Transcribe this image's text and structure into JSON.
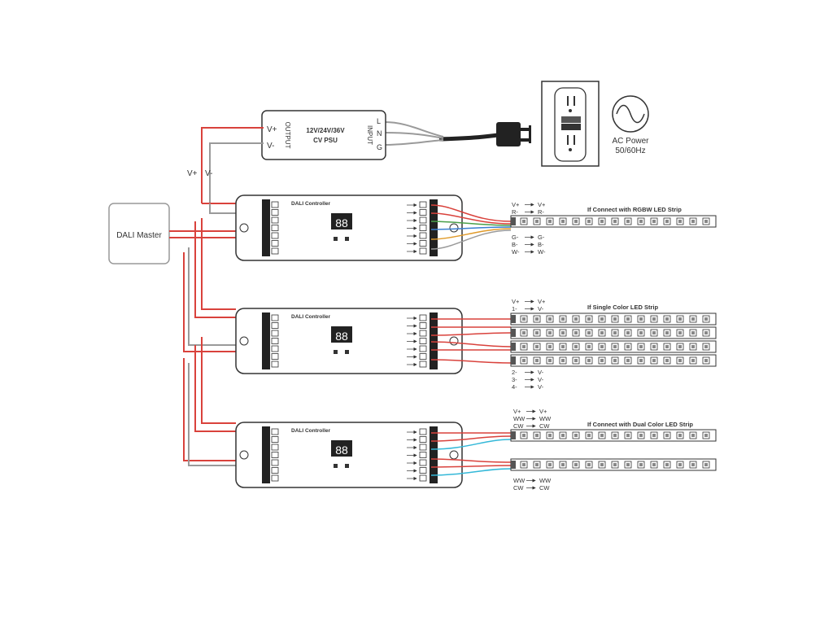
{
  "psu": {
    "title": "12V/24V/36V",
    "subtitle": "CV PSU",
    "output_label": "OUTPUT",
    "input_label": "INPUT",
    "out_plus": "V+",
    "out_minus": "V-",
    "in_l": "L",
    "in_n": "N",
    "in_g": "G"
  },
  "bus_labels": {
    "v_plus": "V+",
    "v_minus": "V-"
  },
  "dali_master": {
    "label": "DALI Master"
  },
  "ac_power": {
    "line1": "AC Power",
    "line2": "50/60Hz"
  },
  "controllers": [
    {
      "title": "DALI Controller",
      "display": "88"
    },
    {
      "title": "DALI Controller",
      "display": "88"
    },
    {
      "title": "DALI Controller",
      "display": "88"
    }
  ],
  "rgbw": {
    "title": "If Connect with RGBW LED Strip",
    "top": [
      {
        "from": "V+",
        "to": "V+"
      },
      {
        "from": "R-",
        "to": "R-"
      }
    ],
    "bottom": [
      {
        "from": "G-",
        "to": "G-"
      },
      {
        "from": "B-",
        "to": "B-"
      },
      {
        "from": "W-",
        "to": "W-"
      }
    ]
  },
  "single": {
    "title": "If Single Color LED Strip",
    "top": [
      {
        "from": "V+",
        "to": "V+"
      },
      {
        "from": "1-",
        "to": "V-"
      }
    ],
    "bottom": [
      {
        "from": "2-",
        "to": "V-"
      },
      {
        "from": "3-",
        "to": "V-"
      },
      {
        "from": "4-",
        "to": "V-"
      }
    ]
  },
  "dual": {
    "title": "If Connect with Dual Color LED Strip",
    "top": [
      {
        "from": "V+",
        "to": "V+"
      },
      {
        "from": "WW",
        "to": "WW"
      },
      {
        "from": "CW",
        "to": "CW"
      }
    ],
    "bottom": [
      {
        "from": "WW",
        "to": "WW"
      },
      {
        "from": "CW",
        "to": "CW"
      }
    ]
  },
  "colors": {
    "red_wire": "#d9423c",
    "grey_wire": "#9a9a9a",
    "outline": "#333333",
    "green_wire": "#4aa04a",
    "blue_wire": "#3a7fd0",
    "orange_wire": "#e09a2a",
    "cyan_wire": "#34b8d8"
  }
}
